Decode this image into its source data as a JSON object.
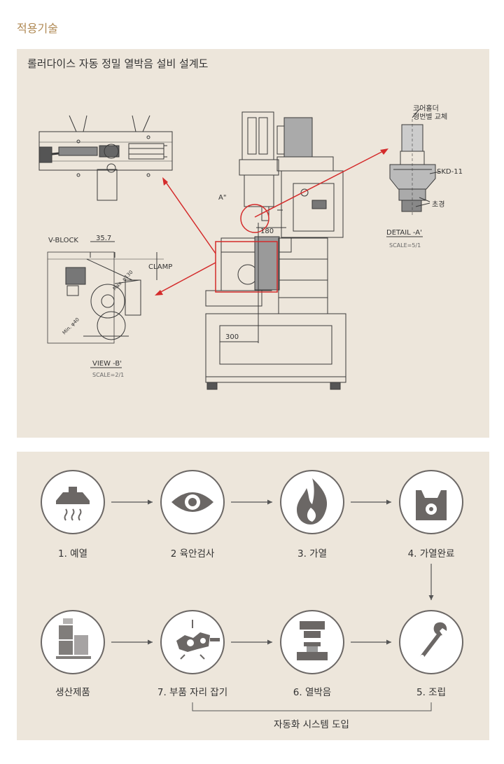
{
  "page": {
    "section_title": "적용기술"
  },
  "drawing": {
    "title": "롤러다이스 자동 정밀 열박음 설비 설계도",
    "detail_labels": {
      "core_holder": [
        "코어홀더",
        "형번별 교체"
      ],
      "skd": "SKD-11",
      "carbide": "초경",
      "detail_caption": "DETAIL -A'",
      "detail_scale": "SCALE=5/1",
      "vblock": "V-BLOCK",
      "clamp": "CLAMP",
      "dim_35": "35.7",
      "dim_180": "180",
      "dim_300": "300",
      "marker_a": "A\"",
      "view_caption": "VIEW -B'",
      "view_scale": "SCALE=2/1",
      "dim_min": "Min. φ40",
      "dim_max": "Max. φ130"
    },
    "colors": {
      "line": "#3a3a3a",
      "accent": "#d42b2b",
      "panel": "#ede6db"
    }
  },
  "process": {
    "colors": {
      "icon": "#6b6765",
      "arrow": "#555555"
    },
    "steps_row1": [
      {
        "label": "1. 예열",
        "icon": "hood-heat-icon"
      },
      {
        "label": "2 육안검사",
        "icon": "eye-icon"
      },
      {
        "label": "3. 가열",
        "icon": "flame-icon"
      },
      {
        "label": "4. 가열완료",
        "icon": "bag-icon"
      }
    ],
    "steps_row2": [
      {
        "label": "생산제품",
        "icon": "boxes-icon"
      },
      {
        "label": "7. 부품 자리 잡기",
        "icon": "parts-position-icon"
      },
      {
        "label": "6. 열박음",
        "icon": "press-icon"
      },
      {
        "label": "5. 조립",
        "icon": "wrench-icon"
      }
    ],
    "bracket_label": "자동화 시스템 도입"
  }
}
